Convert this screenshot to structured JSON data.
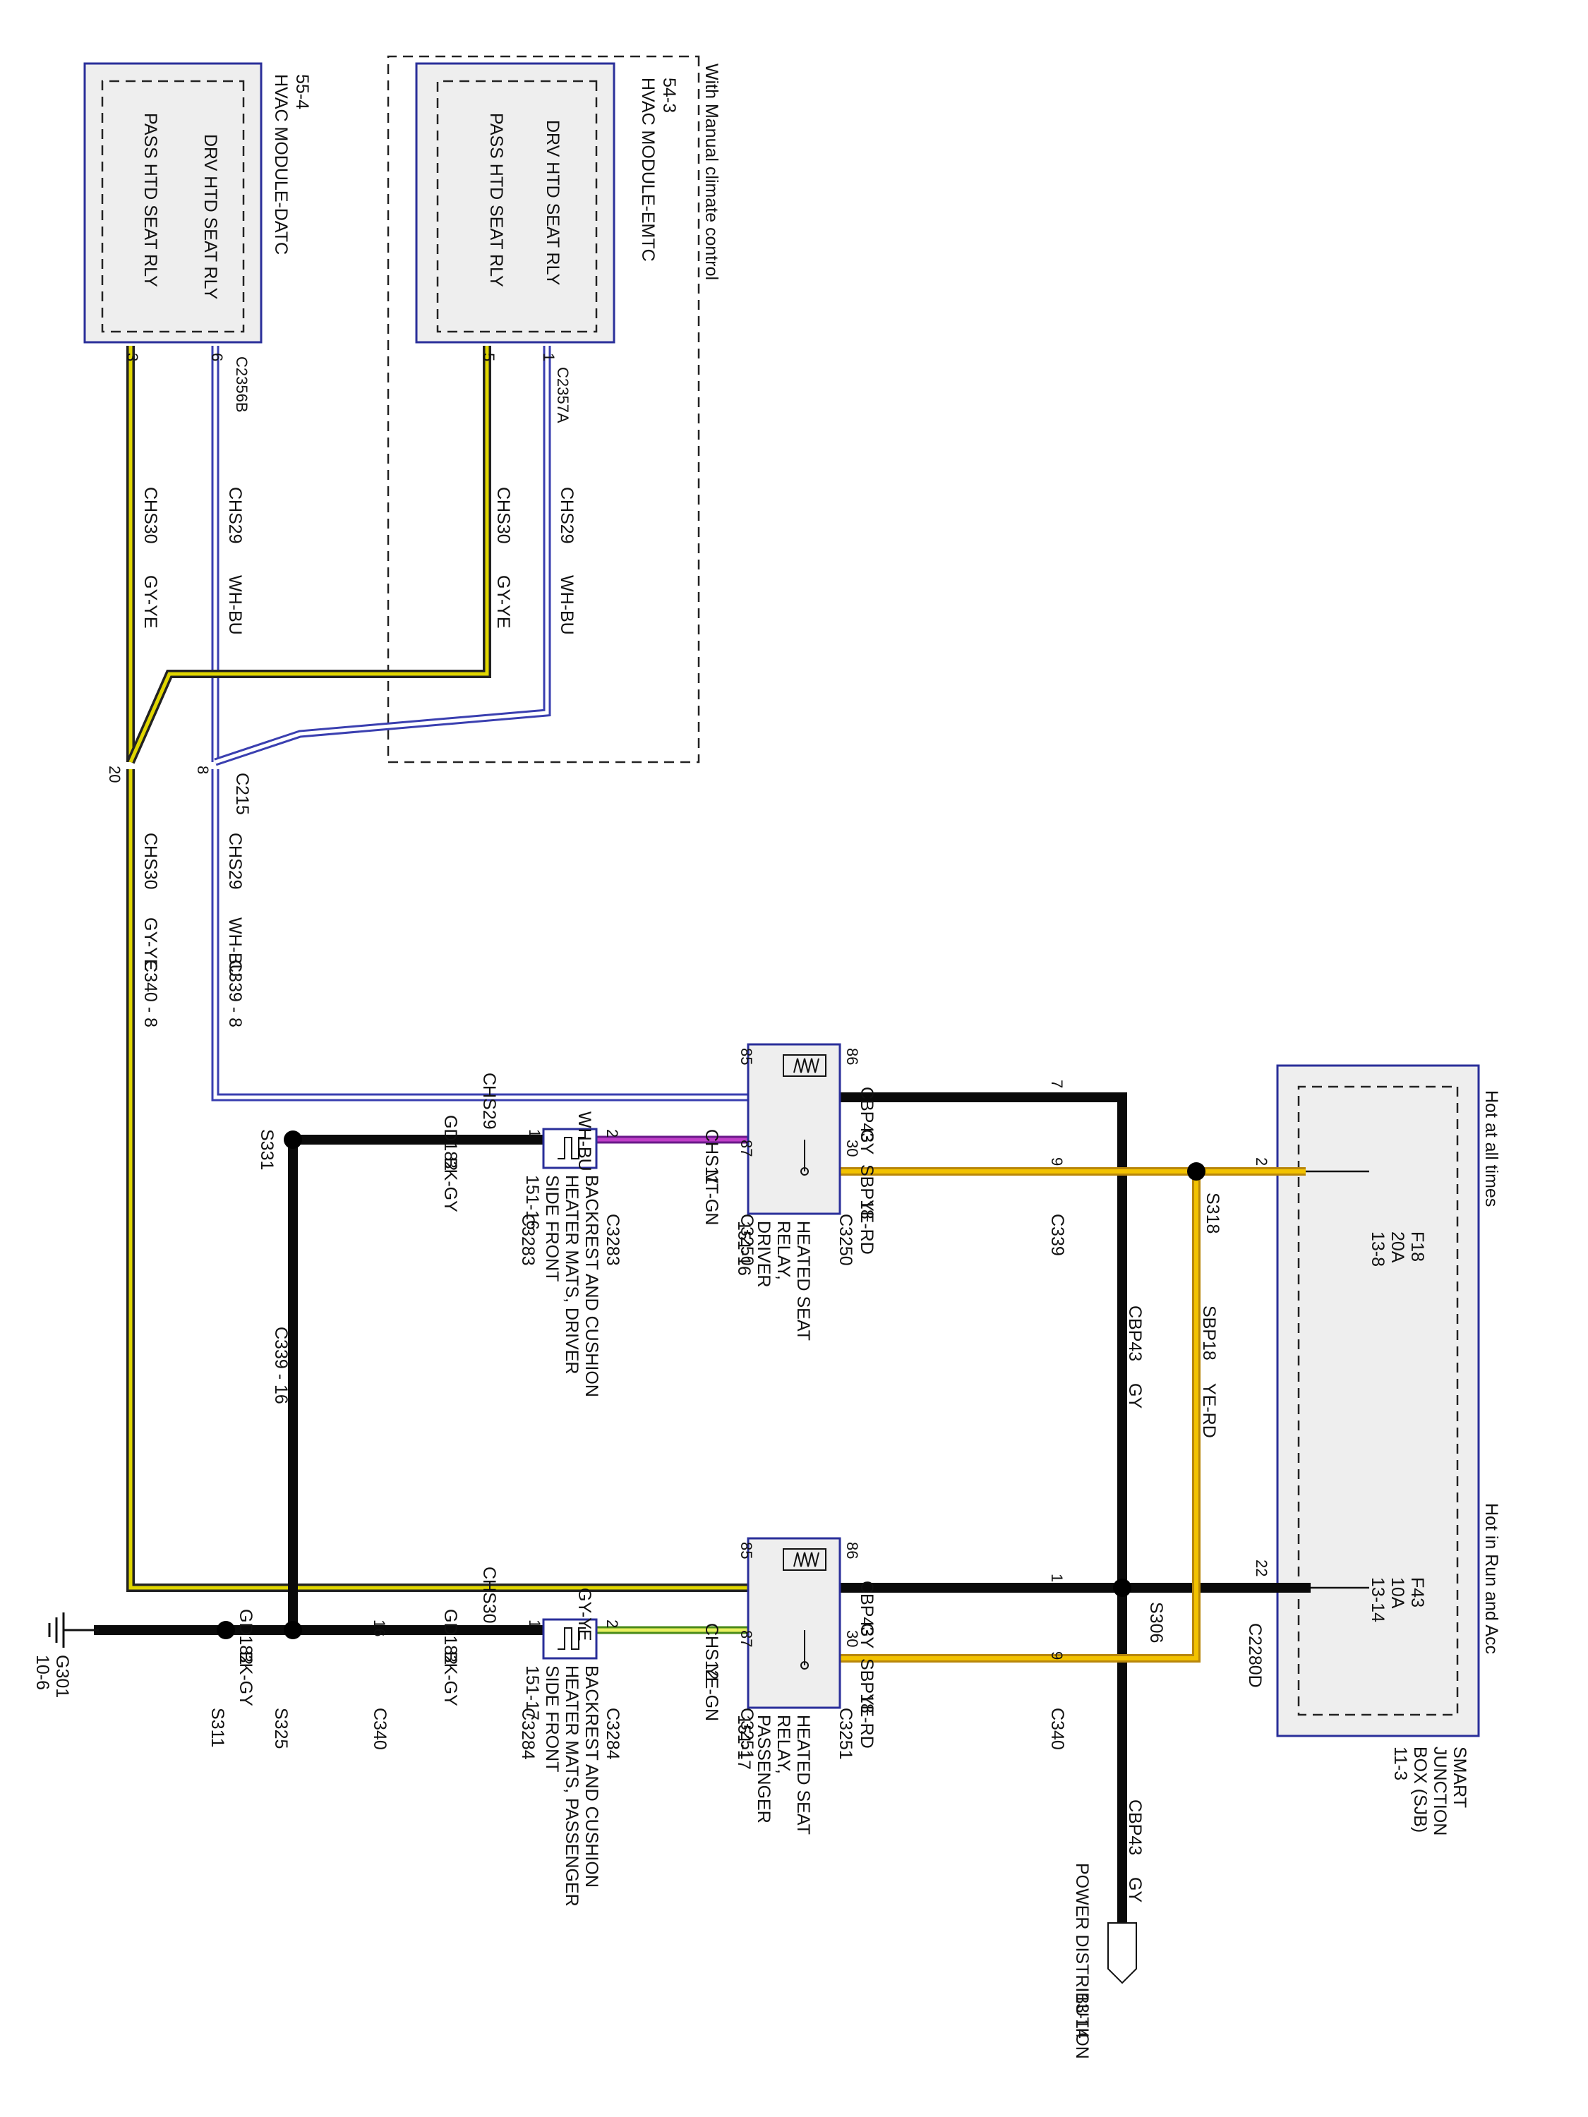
{
  "note_top": "With Manual climate control",
  "hvac_datc": {
    "title": "HVAC MODULE-DATC",
    "ref": "55-4",
    "drv": "DRV HTD SEAT RLY",
    "pass": "PASS HTD SEAT RLY",
    "connector": "C2356B",
    "pin_drv": "6",
    "pin_pass": "3"
  },
  "hvac_emtc": {
    "title": "HVAC MODULE-EMTC",
    "ref": "54-3",
    "drv": "DRV HTD SEAT  RLY",
    "pass": "PASS HTD SEAT RLY",
    "connector": "C2357A",
    "pin_drv": "1",
    "pin_pass": "5"
  },
  "circuits": {
    "chs29": "CHS29",
    "chs30": "CHS30",
    "wh_bu": "WH-BU",
    "gy_ye": "GY-YE",
    "chs11": "CHS11",
    "vt_gn": "VT-GN",
    "chs12": "CHS12",
    "ye_gn": "YE-GN",
    "cbp43": "CBP43",
    "gy": "GY",
    "sbp18": "SBP18",
    "ye_rd": "YE-RD",
    "gd182": "GD182",
    "bk_gy": "BK-GY"
  },
  "connectors": {
    "c215": "C215",
    "c215_pin_a": "8",
    "c215_pin_b": "20",
    "c340_8": "C340 - 8",
    "c339_8": "C339 - 8",
    "c339_16": "C339 - 16",
    "c3250": "C3250",
    "c3251": "C3251",
    "c339": "C339",
    "c340": "C340",
    "c3283": "C3283",
    "c3284": "C3284",
    "c2280d": "C2280D"
  },
  "splices": {
    "s331": "S331",
    "s318": "S318",
    "s306": "S306",
    "s325": "S325",
    "s311": "S311"
  },
  "relay_driver": {
    "label_1": "HEATED SEAT",
    "label_2": "RELAY,",
    "label_3": "DRIVER",
    "ref": "151-16",
    "pins": {
      "p85": "85",
      "p86": "86",
      "p87": "87",
      "p30": "30"
    }
  },
  "relay_pass": {
    "label_1": "HEATED SEAT",
    "label_2": "RELAY,",
    "label_3": "PASSENGER",
    "ref": "151-17",
    "pins": {
      "p85": "85",
      "p86": "86",
      "p87": "87",
      "p30": "30"
    }
  },
  "heater_driver": {
    "label_1": "BACKREST AND CUSHION",
    "label_2": "HEATER MATS, DRIVER",
    "label_3": "SIDE FRONT",
    "ref": "151-16",
    "pin_a": "2",
    "pin_b": "1"
  },
  "heater_pass": {
    "label_1": "BACKREST AND CUSHION",
    "label_2": "HEATER MATS, PASSENGER",
    "label_3": "SIDE FRONT",
    "ref": "151-17",
    "pin_a": "2",
    "pin_b": "1"
  },
  "sjb": {
    "label_1": "SMART",
    "label_2": "JUNCTION",
    "label_3": "BOX (SJB)",
    "ref": "11-3",
    "hot_all": "Hot at all times",
    "hot_run": "Hot in Run and Acc",
    "fuse_1": "F18",
    "fuse_1_amp": "20A",
    "fuse_1_ref": "13-8",
    "fuse_2": "F43",
    "fuse_2_amp": "10A",
    "fuse_2_ref": "13-14",
    "pin_2": "2",
    "pin_22": "22"
  },
  "pins": {
    "p7": "7",
    "p9": "9",
    "p1": "1",
    "p9b": "9",
    "p16": "16",
    "p1b": "1",
    "p2": "2"
  },
  "power": {
    "label": "POWER DISTRIBUTION",
    "ref": "13-14"
  },
  "ground": {
    "name": "G301",
    "ref": "10-6"
  }
}
